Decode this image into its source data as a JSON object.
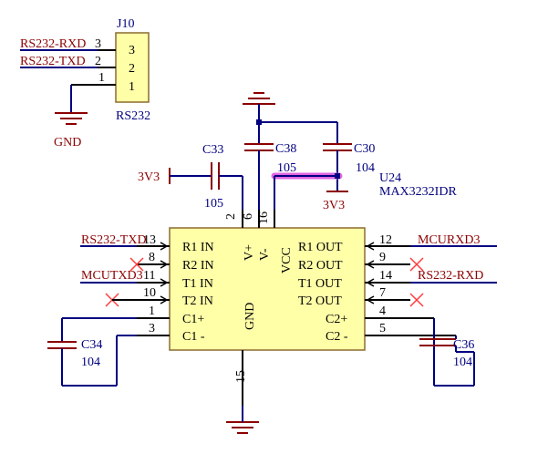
{
  "colors": {
    "net_label": "#8b0000",
    "designator": "#000080",
    "wire": "#000080",
    "component_body": "#ffffa8",
    "highlight": "#e066e0",
    "no_connect": "#ff3b3b"
  },
  "connector": {
    "designator": "J10",
    "name": "RS232",
    "pins": [
      "3",
      "2",
      "1"
    ],
    "nets": [
      "RS232-RXD",
      "RS232-TXD"
    ],
    "net_pin_numbers": [
      "3",
      "2"
    ],
    "gnd_pin_number": "1",
    "gnd_label": "GND"
  },
  "ic": {
    "designator": "U24",
    "part": "MAX3232IDR",
    "left_pins": [
      {
        "name": "R1 IN",
        "num": "13",
        "net": "RS232-TXD"
      },
      {
        "name": "R2 IN",
        "num": "8",
        "net": ""
      },
      {
        "name": "T1 IN",
        "num": "11",
        "net": "MCUTXD3"
      },
      {
        "name": "T2 IN",
        "num": "10",
        "net": ""
      },
      {
        "name": "C1+",
        "num": "1",
        "net": ""
      },
      {
        "name": "C1 -",
        "num": "3",
        "net": ""
      }
    ],
    "right_pins": [
      {
        "name": "R1 OUT",
        "num": "12",
        "net": "MCURXD3"
      },
      {
        "name": "R2 OUT",
        "num": "9",
        "net": ""
      },
      {
        "name": "T1 OUT",
        "num": "14",
        "net": "RS232-RXD"
      },
      {
        "name": "T2 OUT",
        "num": "7",
        "net": ""
      },
      {
        "name": "C2+",
        "num": "4",
        "net": ""
      },
      {
        "name": "C2 -",
        "num": "5",
        "net": ""
      }
    ],
    "top_pins": [
      {
        "name": "V+",
        "num": "2"
      },
      {
        "name": "V-",
        "num": "6"
      },
      {
        "name": "VCC",
        "num": "16"
      }
    ],
    "bottom_pin": {
      "name": "GND",
      "num": "15"
    }
  },
  "capacitors": [
    {
      "ref": "C33",
      "value": "105"
    },
    {
      "ref": "C38",
      "value": "105"
    },
    {
      "ref": "C30",
      "value": "104"
    },
    {
      "ref": "C34",
      "value": "104"
    },
    {
      "ref": "C36",
      "value": "104"
    }
  ],
  "power": {
    "v3v3_left": "3V3",
    "v3v3_bottom": "3V3"
  }
}
